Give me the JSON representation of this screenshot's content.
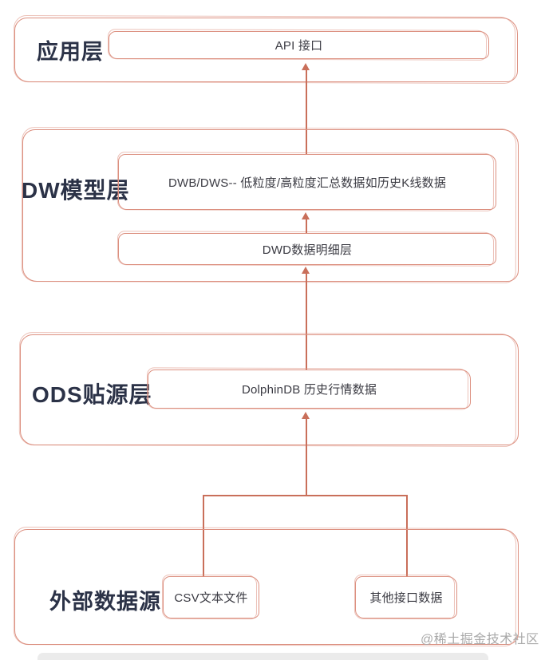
{
  "colors": {
    "sketch_border": "#dc9080",
    "arrow": "#c96f5a",
    "layer_label": "#2b3247",
    "node_text": "#3b3b43",
    "watermark": "#a9a9a9",
    "background": "#ffffff",
    "code_block_edge": "#ebebeb"
  },
  "watermark": {
    "text": "@稀土掘金技术社区"
  },
  "diagram": {
    "type": "layered-architecture",
    "layers": [
      {
        "label": "应用层",
        "nodes": [
          {
            "text": "API 接口"
          }
        ]
      },
      {
        "label": "DW模型层",
        "nodes": [
          {
            "text": "DWB/DWS-- 低粒度/高粒度汇总数据如历史K线数据"
          },
          {
            "text": "DWD数据明细层"
          }
        ]
      },
      {
        "label": "ODS贴源层",
        "nodes": [
          {
            "text": "DolphinDB 历史行情数据"
          }
        ]
      },
      {
        "label": "外部数据源",
        "nodes": [
          {
            "text": "CSV文本文件"
          },
          {
            "text": "其他接口数据"
          }
        ]
      }
    ],
    "flows": [
      {
        "from": "CSV文本文件",
        "to": "DolphinDB 历史行情数据"
      },
      {
        "from": "其他接口数据",
        "to": "DolphinDB 历史行情数据"
      },
      {
        "from": "DolphinDB 历史行情数据",
        "to": "DWD数据明细层"
      },
      {
        "from": "DWD数据明细层",
        "to": "DWB/DWS-- 低粒度/高粒度汇总数据如历史K线数据"
      },
      {
        "from": "DWB/DWS-- 低粒度/高粒度汇总数据如历史K线数据",
        "to": "API 接口"
      }
    ]
  }
}
